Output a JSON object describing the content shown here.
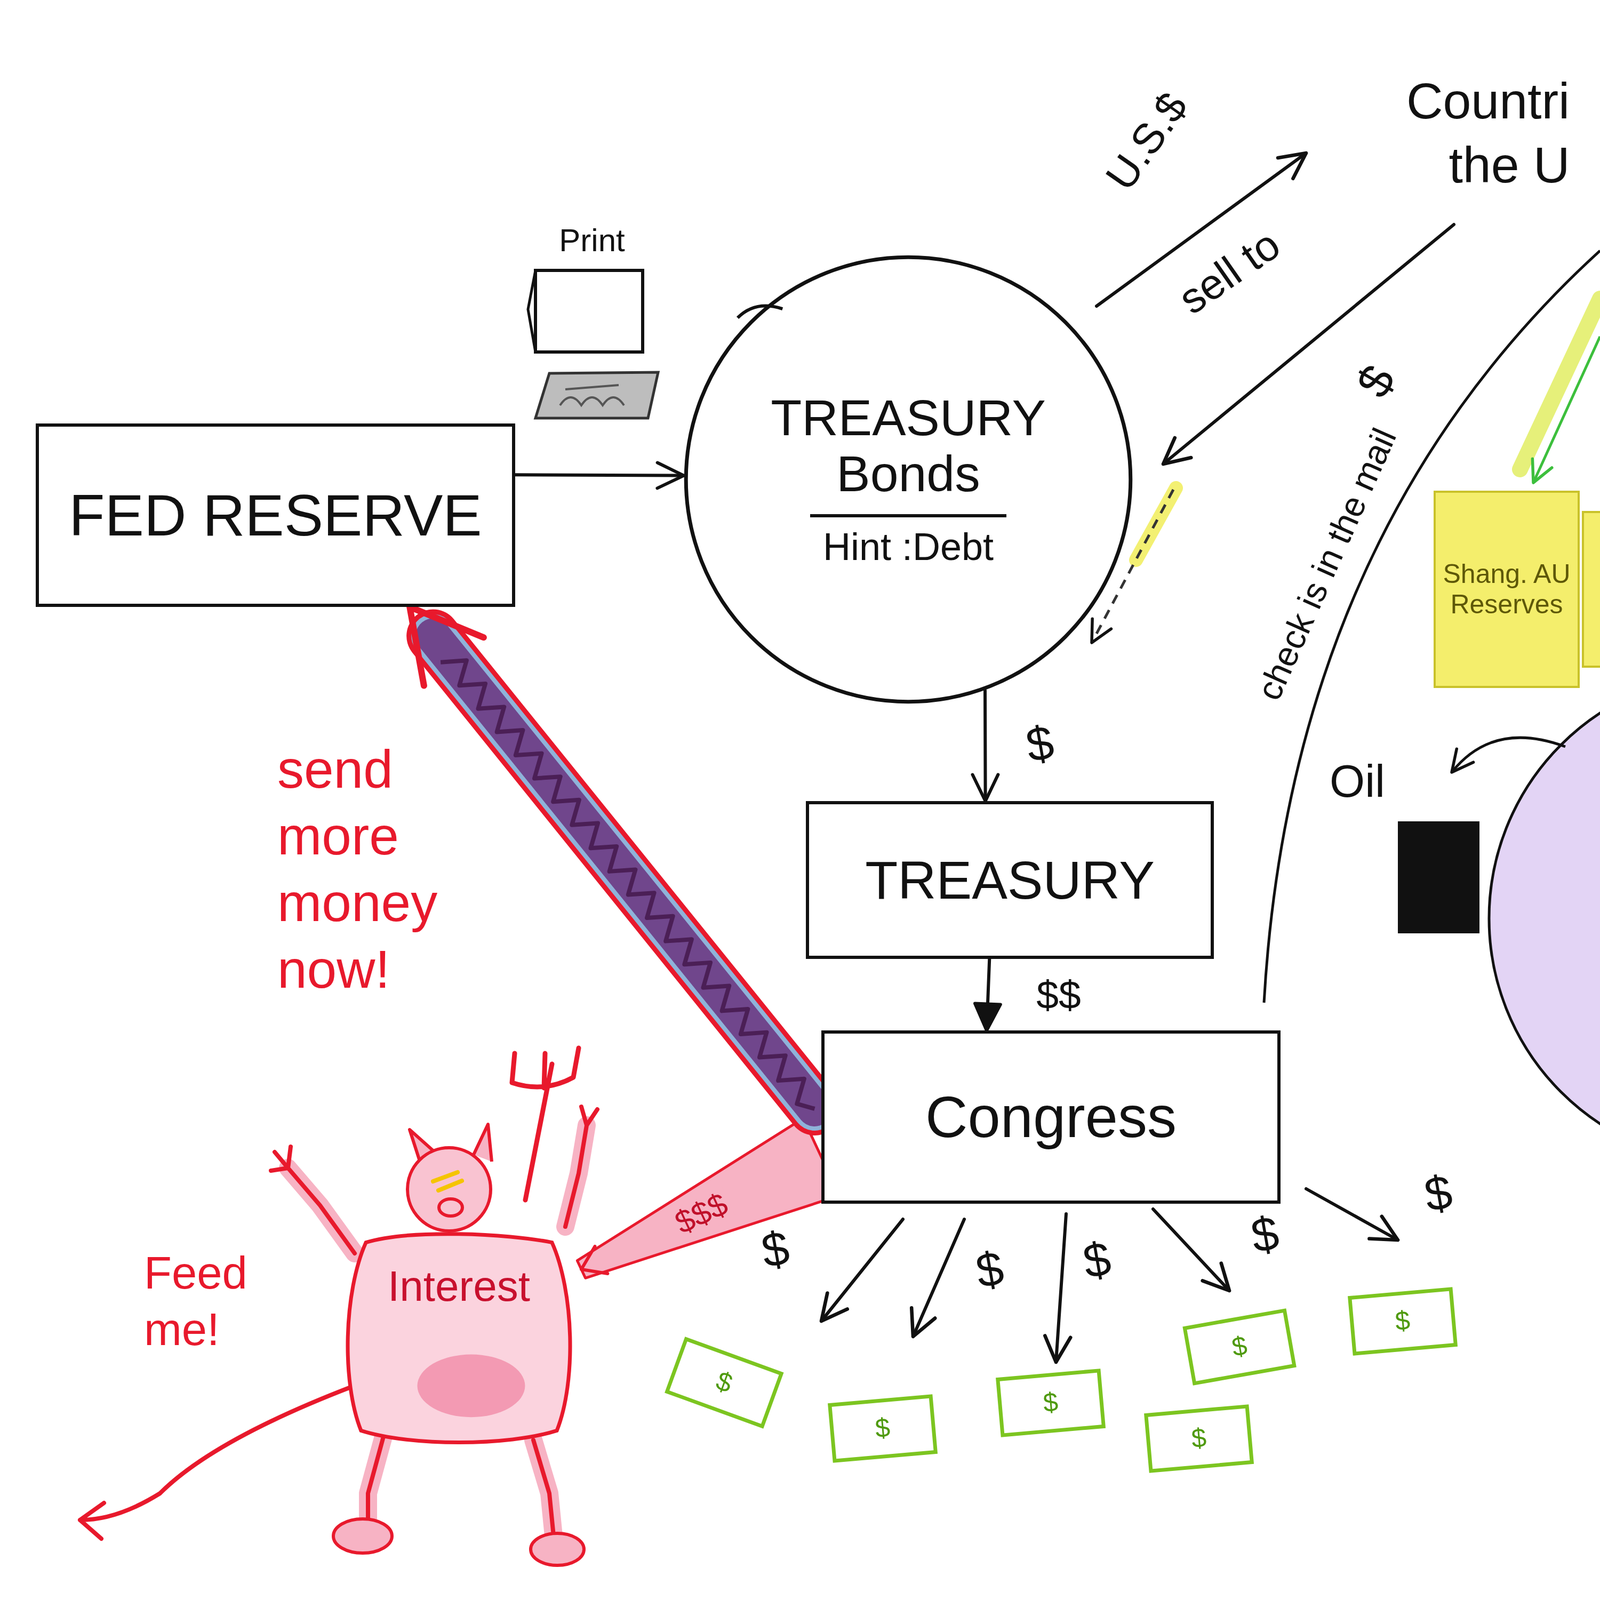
{
  "diagram": {
    "nodes": [
      {
        "text": [
          "FED RESERVE"
        ]
      },
      {
        "text": [
          "TREASURY Bonds",
          "Hint :Debt"
        ]
      },
      {
        "text": [
          "TREASURY"
        ]
      },
      {
        "text": [
          "Congress"
        ]
      },
      {
        "text": [
          "Interest"
        ]
      },
      {
        "text": [
          "Shang. AU Reserves"
        ]
      }
    ],
    "edges": [
      {
        "from": 0,
        "to": 1,
        "arrow": "to"
      },
      {
        "from": 1,
        "to": 2,
        "label": "$",
        "arrow": "to"
      },
      {
        "from": 2,
        "to": 3,
        "label": "$$",
        "arrow": "to"
      },
      {
        "from": 3,
        "to": 4,
        "label": "$$$",
        "arrow": "to"
      },
      {
        "from": 3,
        "to": 0,
        "label": "send more money now!",
        "arrow": "to"
      }
    ],
    "labels": [
      "Print",
      "U.S.$",
      "sell to",
      "Countri",
      "the U",
      "$",
      "check is in the mail",
      "Oil",
      "Feed me!",
      "$",
      "$",
      "$",
      "$",
      "$",
      "$",
      "$",
      "$",
      "$",
      "$",
      "$"
    ]
  }
}
